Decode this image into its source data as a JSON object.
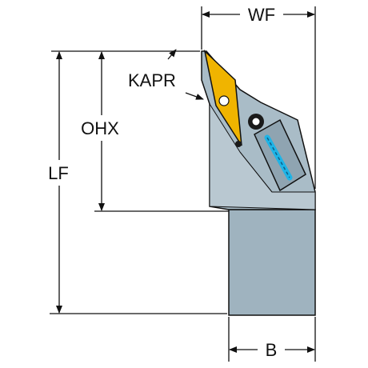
{
  "labels": {
    "wf": "WF",
    "kapr": "KAPR",
    "ohx": "OHX",
    "lf": "LF",
    "b": "B"
  },
  "colors": {
    "body": "#9fb3bf",
    "body_light": "#b9c8d1",
    "body_dark": "#7f95a2",
    "insert": "#f0b400",
    "screw": "#1a1a1a",
    "clamp_blue": "#1fb4e6",
    "line": "#111111"
  },
  "icons": {
    "arrow": "arrowhead-icon"
  }
}
